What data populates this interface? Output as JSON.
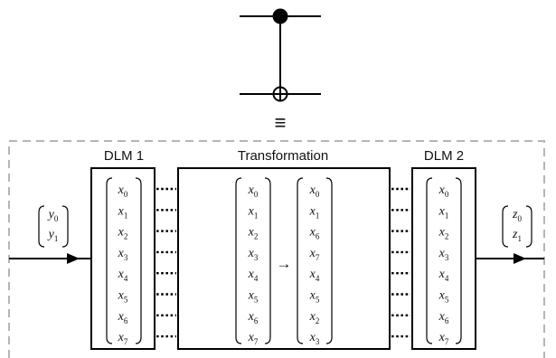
{
  "circuit": {
    "equivalence_symbol": "≡"
  },
  "blocks": {
    "dlm1_title": "DLM 1",
    "transformation_title": "Transformation",
    "dlm2_title": "DLM 2",
    "arrow_symbol": "→"
  },
  "vectors": {
    "input": [
      {
        "base": "y",
        "idx": "0"
      },
      {
        "base": "y",
        "idx": "1"
      }
    ],
    "output": [
      {
        "base": "z",
        "idx": "0"
      },
      {
        "base": "z",
        "idx": "1"
      }
    ],
    "dlm1": [
      {
        "base": "x",
        "idx": "0"
      },
      {
        "base": "x",
        "idx": "1"
      },
      {
        "base": "x",
        "idx": "2"
      },
      {
        "base": "x",
        "idx": "3"
      },
      {
        "base": "x",
        "idx": "4"
      },
      {
        "base": "x",
        "idx": "5"
      },
      {
        "base": "x",
        "idx": "6"
      },
      {
        "base": "x",
        "idx": "7"
      }
    ],
    "transform_in": [
      {
        "base": "x",
        "idx": "0"
      },
      {
        "base": "x",
        "idx": "1"
      },
      {
        "base": "x",
        "idx": "2"
      },
      {
        "base": "x",
        "idx": "3"
      },
      {
        "base": "x",
        "idx": "4"
      },
      {
        "base": "x",
        "idx": "5"
      },
      {
        "base": "x",
        "idx": "6"
      },
      {
        "base": "x",
        "idx": "7"
      }
    ],
    "transform_out": [
      {
        "base": "x",
        "idx": "0"
      },
      {
        "base": "x",
        "idx": "1"
      },
      {
        "base": "x",
        "idx": "6"
      },
      {
        "base": "x",
        "idx": "7"
      },
      {
        "base": "x",
        "idx": "4"
      },
      {
        "base": "x",
        "idx": "5"
      },
      {
        "base": "x",
        "idx": "2"
      },
      {
        "base": "x",
        "idx": "3"
      }
    ],
    "dlm2": [
      {
        "base": "x",
        "idx": "0"
      },
      {
        "base": "x",
        "idx": "1"
      },
      {
        "base": "x",
        "idx": "2"
      },
      {
        "base": "x",
        "idx": "3"
      },
      {
        "base": "x",
        "idx": "4"
      },
      {
        "base": "x",
        "idx": "5"
      },
      {
        "base": "x",
        "idx": "6"
      },
      {
        "base": "x",
        "idx": "7"
      }
    ]
  }
}
